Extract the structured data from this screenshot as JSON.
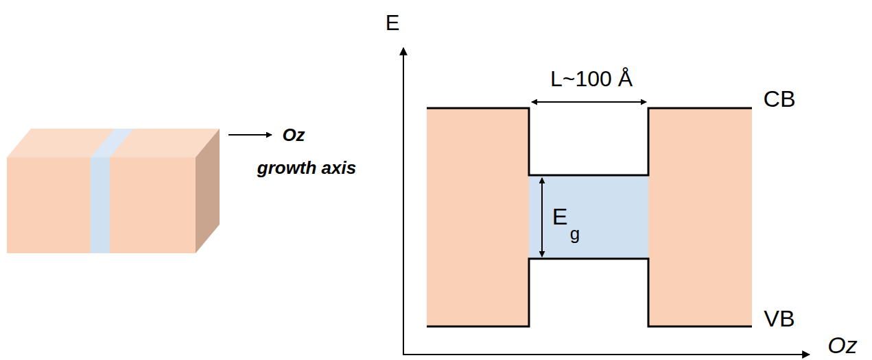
{
  "diagram": {
    "labels": [
      "Oz",
      "growth axis",
      "E",
      "L~100 Å",
      "CB",
      "E",
      "g",
      "VB",
      "Oz"
    ]
  }
}
